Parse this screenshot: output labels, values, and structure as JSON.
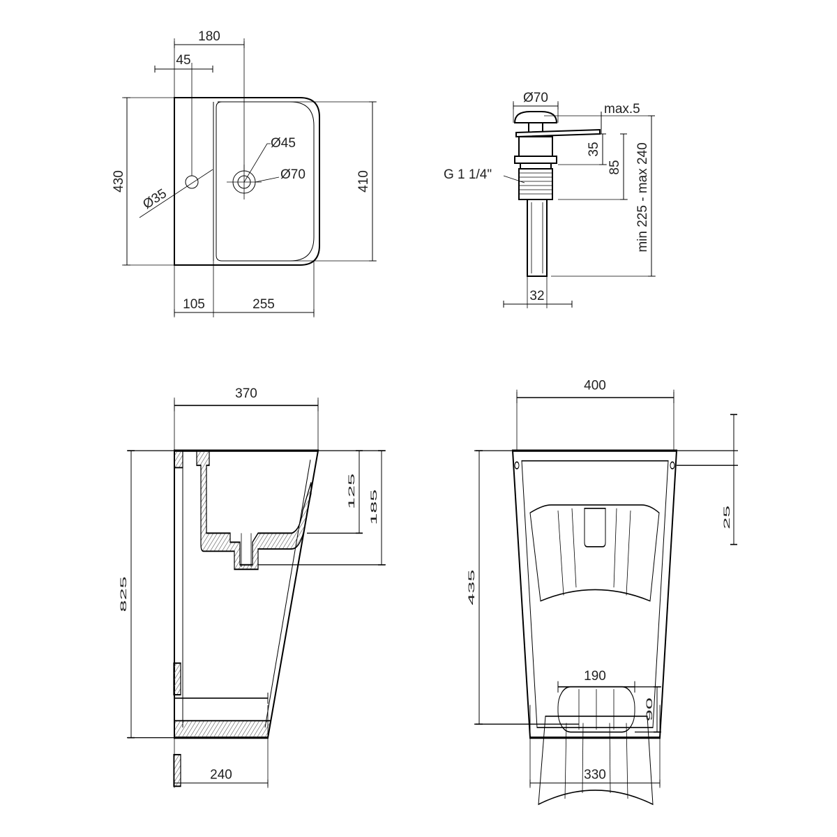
{
  "top_view": {
    "d180": "180",
    "d45": "45",
    "d430": "430",
    "d410": "410",
    "d105": "105",
    "d255": "255",
    "dia45": "Ø45",
    "dia70": "Ø70",
    "dia35": "Ø35"
  },
  "drain": {
    "dia70": "Ø70",
    "max5": "max.5",
    "d35": "35",
    "d85": "85",
    "thread": "G 1 1/4\"",
    "range": "min 225 - max 240",
    "d32": "32"
  },
  "side_view": {
    "d370": "370",
    "d125": "125",
    "d185": "185",
    "d825": "825",
    "d240": "240"
  },
  "front_view": {
    "d400": "400",
    "d25": "25",
    "d435": "435",
    "d190": "190",
    "d90": "90",
    "d330": "330"
  },
  "colors": {
    "line": "#000000",
    "background": "#ffffff"
  }
}
